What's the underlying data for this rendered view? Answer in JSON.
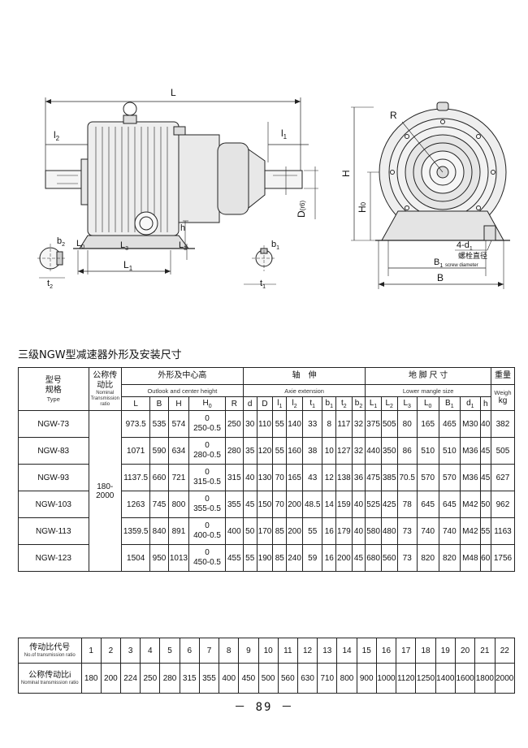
{
  "drawing_labels": {
    "L": "L",
    "l2": "l",
    "l2_sub": "2",
    "l1": "l",
    "l1_sub": "1",
    "D": "D",
    "D_sub": "(r6)",
    "h": "h",
    "L0": "L",
    "L0_sub": "0",
    "L3a": "L",
    "L3a_sub": "3",
    "L3b": "L",
    "L3b_sub": "3",
    "L1": "L",
    "L1_sub": "1",
    "b2": "b",
    "b2_sub": "2",
    "t2": "t",
    "t2_sub": "2",
    "b1": "b",
    "b1_sub": "1",
    "t1": "t",
    "t1_sub": "1",
    "R": "R",
    "H": "H",
    "H0": "H",
    "H0_sub": "0",
    "d1": "4-d",
    "d1_sub": "1",
    "bolt_cn": "螺栓直径",
    "bolt_en": "screw diameter",
    "B1": "B",
    "B1_sub": "1",
    "B": "B"
  },
  "section_title": "三级NGW型减速器外形及安装尺寸",
  "dims_table": {
    "h_type_cn1": "型号",
    "h_type_cn2": "规格",
    "h_type_en": "Type",
    "h_ratio_cn1": "公称传",
    "h_ratio_cn2": "动比",
    "h_ratio_en1": "Nominal",
    "h_ratio_en2": "Transmission",
    "h_ratio_en3": "ratio",
    "h_outlook_cn": "外形及中心高",
    "h_outlook_en": "Outlook and center height",
    "h_axie_cn": "轴　伸",
    "h_axie_en": "Axie extension",
    "h_lower_cn": "地 脚 尺 寸",
    "h_lower_en": "Lower mangle size",
    "h_weight_cn": "重量",
    "h_weight_en": "Weigh",
    "h_weight_unit": "kg",
    "sub": {
      "L": "L",
      "B": "B",
      "H": "H",
      "H0": "H",
      "H0s": "0",
      "R": "R",
      "d": "d",
      "D": "D",
      "l1": "l",
      "l1s": "1",
      "l2": "l",
      "l2s": "2",
      "t1": "t",
      "t1s": "1",
      "b1": "b",
      "b1s": "1",
      "t2": "t",
      "t2s": "2",
      "b2": "b",
      "b2s": "2",
      "L1": "L",
      "L1s": "1",
      "L2": "L",
      "L2s": "2",
      "L3": "L",
      "L3s": "3",
      "L0": "L",
      "L0s": "0",
      "B1": "B",
      "B1s": "1",
      "d1": "d",
      "d1s": "1",
      "h": "h"
    },
    "ratio_merged": "180-\n2000",
    "rows": [
      {
        "type": "NGW-73",
        "L": "973.5",
        "B": "535",
        "H": "574",
        "H0a": "0",
        "H0b": "250-0.5",
        "R": "250",
        "d": "30",
        "D": "110",
        "l1": "55",
        "l2": "140",
        "t1": "33",
        "b1": "8",
        "t2": "117",
        "b2": "32",
        "L1": "375",
        "L2": "505",
        "L3": "80",
        "L0": "165",
        "B1": "465",
        "d1": "M30",
        "h": "40",
        "w": "382"
      },
      {
        "type": "NGW-83",
        "L": "1071",
        "B": "590",
        "H": "634",
        "H0a": "0",
        "H0b": "280-0.5",
        "R": "280",
        "d": "35",
        "D": "120",
        "l1": "55",
        "l2": "160",
        "t1": "38",
        "b1": "10",
        "t2": "127",
        "b2": "32",
        "L1": "440",
        "L2": "350",
        "L3": "86",
        "L0": "510",
        "B1": "510",
        "d1": "M36",
        "h": "45",
        "w": "505"
      },
      {
        "type": "NGW-93",
        "L": "1137.5",
        "B": "660",
        "H": "721",
        "H0a": "0",
        "H0b": "315-0.5",
        "R": "315",
        "d": "40",
        "D": "130",
        "l1": "70",
        "l2": "165",
        "t1": "43",
        "b1": "12",
        "t2": "138",
        "b2": "36",
        "L1": "475",
        "L2": "385",
        "L3": "70.5",
        "L0": "570",
        "B1": "570",
        "d1": "M36",
        "h": "45",
        "w": "627"
      },
      {
        "type": "NGW-103",
        "L": "1263",
        "B": "745",
        "H": "800",
        "H0a": "0",
        "H0b": "355-0.5",
        "R": "355",
        "d": "45",
        "D": "150",
        "l1": "70",
        "l2": "200",
        "t1": "48.5",
        "b1": "14",
        "t2": "159",
        "b2": "40",
        "L1": "525",
        "L2": "425",
        "L3": "78",
        "L0": "645",
        "B1": "645",
        "d1": "M42",
        "h": "50",
        "w": "962"
      },
      {
        "type": "NGW-113",
        "L": "1359.5",
        "B": "840",
        "H": "891",
        "H0a": "0",
        "H0b": "400-0.5",
        "R": "400",
        "d": "50",
        "D": "170",
        "l1": "85",
        "l2": "200",
        "t1": "55",
        "b1": "16",
        "t2": "179",
        "b2": "40",
        "L1": "580",
        "L2": "480",
        "L3": "73",
        "L0": "740",
        "B1": "740",
        "d1": "M42",
        "h": "55",
        "w": "1163"
      },
      {
        "type": "NGW-123",
        "L": "1504",
        "B": "950",
        "H": "1013",
        "H0a": "0",
        "H0b": "450-0.5",
        "R": "455",
        "d": "55",
        "D": "190",
        "l1": "85",
        "l2": "240",
        "t1": "59",
        "b1": "16",
        "t2": "200",
        "b2": "45",
        "L1": "680",
        "L2": "560",
        "L3": "73",
        "L0": "820",
        "B1": "820",
        "d1": "M48",
        "h": "60",
        "w": "1756"
      }
    ]
  },
  "ratio_table": {
    "row1_cn": "传动比代号",
    "row1_en": "No.of transmission ratio",
    "row2_cn": "公称传动比i",
    "row2_en": "Nominal transmission ratio",
    "codes": [
      "1",
      "2",
      "3",
      "4",
      "5",
      "6",
      "7",
      "8",
      "9",
      "10",
      "11",
      "12",
      "13",
      "14",
      "15",
      "16",
      "17",
      "18",
      "19",
      "20",
      "21",
      "22"
    ],
    "values": [
      "180",
      "200",
      "224",
      "250",
      "280",
      "315",
      "355",
      "400",
      "450",
      "500",
      "560",
      "630",
      "710",
      "800",
      "900",
      "1000",
      "1120",
      "1250",
      "1400",
      "1600",
      "1800",
      "2000"
    ]
  },
  "page_number": "－ 89 －"
}
